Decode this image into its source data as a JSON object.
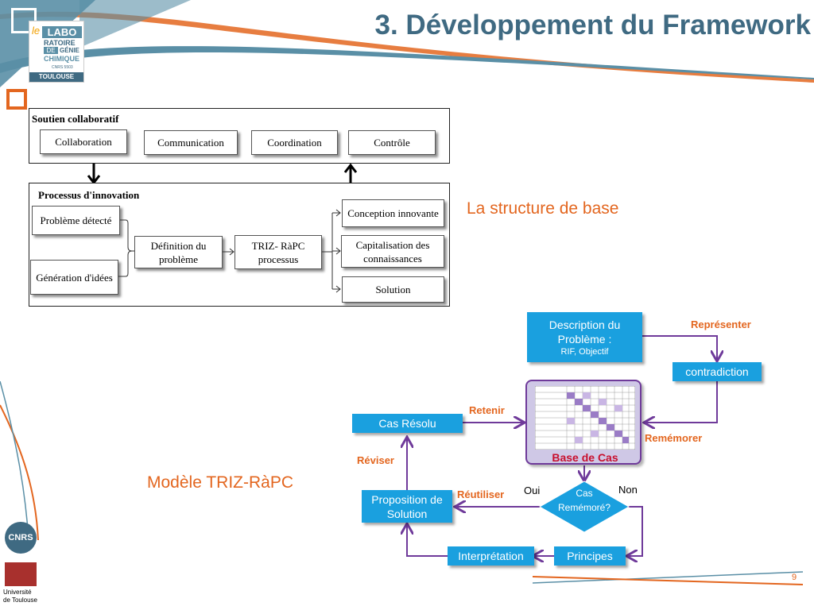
{
  "slide": {
    "title": "3. Développement du Framework",
    "page_number": "9"
  },
  "logo": {
    "le": "le",
    "labo": "LABO",
    "ratoire": "RATOIRE",
    "de": "DE",
    "genie": "GÉNIE",
    "chimique": "CHIMIQUE",
    "cnrs_small": "CNRS 5503",
    "toulouse": "TOULOUSE"
  },
  "footer_logos": {
    "cnrs": "CNRS",
    "universite": "Université",
    "de_toulouse": "de Toulouse"
  },
  "top_diagram": {
    "soutien_label": "Soutien collaboratif",
    "soutien_items": [
      "Collaboration",
      "Communication",
      "Coordination",
      "Contrôle"
    ],
    "processus_label": "Processus d'innovation",
    "inputs": [
      "Problème détecté",
      "Génération d'idées"
    ],
    "definition": "Définition du problème",
    "triz": "TRIZ- RàPC processus",
    "outputs": [
      "Conception innovante",
      "Capitalisation des connaissances",
      "Solution"
    ],
    "caption": "La structure de base"
  },
  "bottom_diagram": {
    "caption": "Modèle TRIZ-RàPC",
    "description_line1": "Description du",
    "description_line2": "Problème :",
    "description_line3": "RIF, Objectif",
    "contradiction": "contradiction",
    "base_de_cas": "Base de Cas",
    "cas_resolu": "Cas Résolu",
    "cas_rememore_line1": "Cas",
    "cas_rememore_line2": "Remémoré?",
    "proposition": "Proposition de Solution",
    "interpretation": "Interprétation",
    "principes": "Principes",
    "labels": {
      "representer": "Représenter",
      "rememorer": "Remémorer",
      "retenir": "Retenir",
      "reviser": "Réviser",
      "reutiliser": "Réutiliser",
      "oui": "Oui",
      "non": "Non"
    }
  },
  "colors": {
    "title": "#3f6a82",
    "accent_orange": "#e3661f",
    "box_blue": "#1aa0df",
    "arrow_purple": "#6f3a9a",
    "decor_teal": "#5a8fa6"
  }
}
